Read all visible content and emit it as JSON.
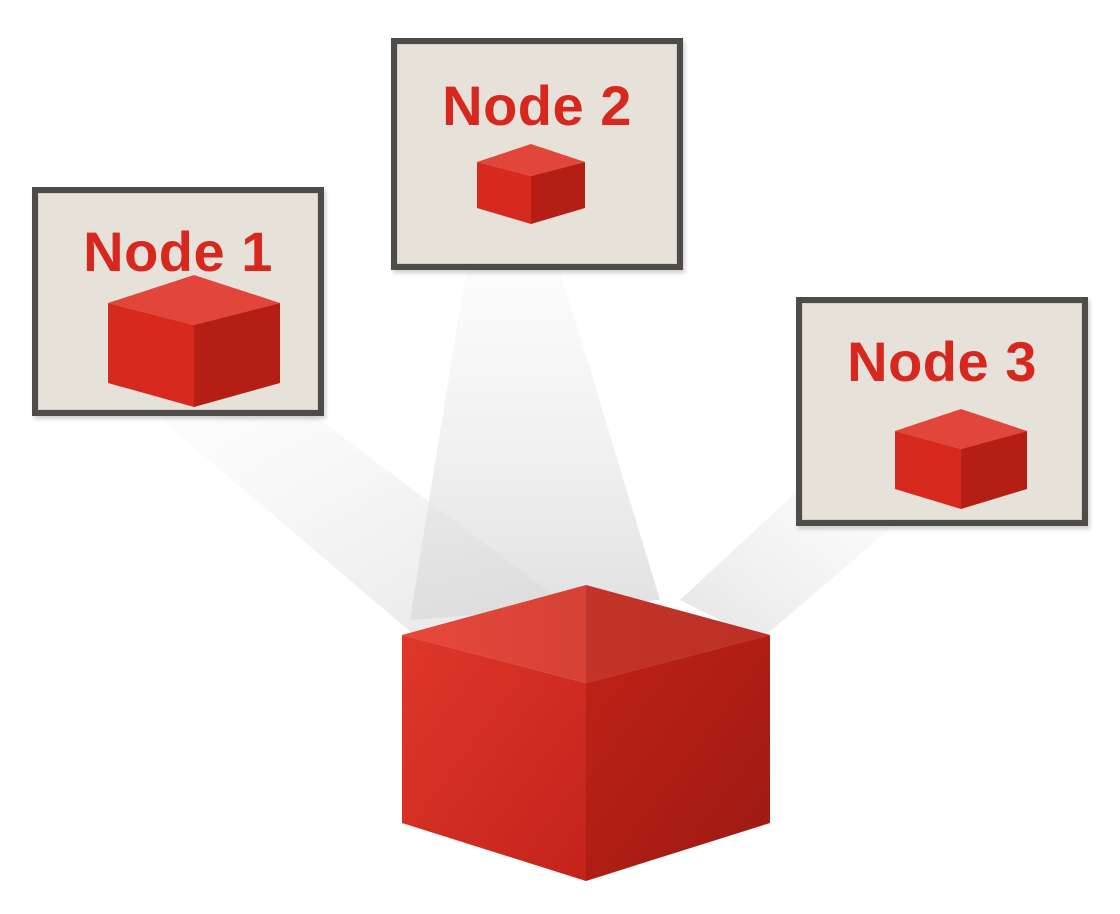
{
  "nodes": [
    {
      "label": "Node 1"
    },
    {
      "label": "Node 2"
    },
    {
      "label": "Node 3"
    }
  ],
  "colors": {
    "accent_red": "#d6281f",
    "cube_front": "#d62a1e",
    "cube_side": "#b51e15",
    "cube_top": "#e54a3c",
    "box_fill": "#e6e2da",
    "box_border": "#4e4c49"
  },
  "icons": {
    "main": "red-cube-icon",
    "node": "small-red-cube-icon"
  }
}
